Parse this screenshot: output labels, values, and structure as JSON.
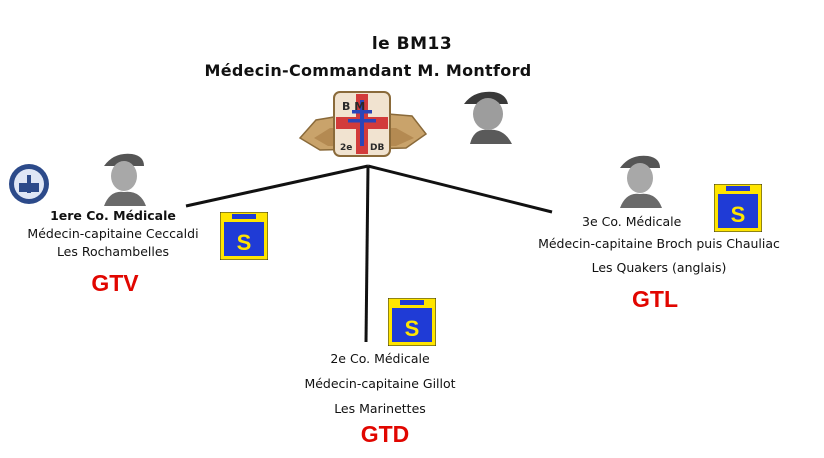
{
  "header": {
    "title": "le BM13",
    "subtitle": "Médecin-Commandant M. Montford"
  },
  "emblem": {
    "letters_top": "B M",
    "letters_bottom_left": "2e",
    "letters_bottom_right": "DB"
  },
  "units": [
    {
      "company": "1ere Co. Médicale",
      "commander": "Médecin-capitaine Ceccaldi",
      "nickname": "Les Rochambelles",
      "group": "GTV",
      "badge_letter": "S"
    },
    {
      "company": "2e Co. Médicale",
      "commander": "Médecin-capitaine Gillot",
      "nickname": "Les Marinettes",
      "group": "GTD",
      "badge_letter": "S"
    },
    {
      "company": "3e Co. Médicale",
      "commander": "Médecin-capitaine Broch puis Chauliac",
      "nickname": "Les Quakers (anglais)",
      "group": "GTL",
      "badge_letter": "S"
    }
  ],
  "colors": {
    "group_label": "#e10600",
    "badge_blue": "#1f3bd6",
    "badge_yellow": "#ffe500",
    "line": "#111111"
  },
  "icons": [
    "portrait-photo",
    "regiment-insignia-icon",
    "cross-of-lorraine-icon",
    "company-badge-icon"
  ]
}
